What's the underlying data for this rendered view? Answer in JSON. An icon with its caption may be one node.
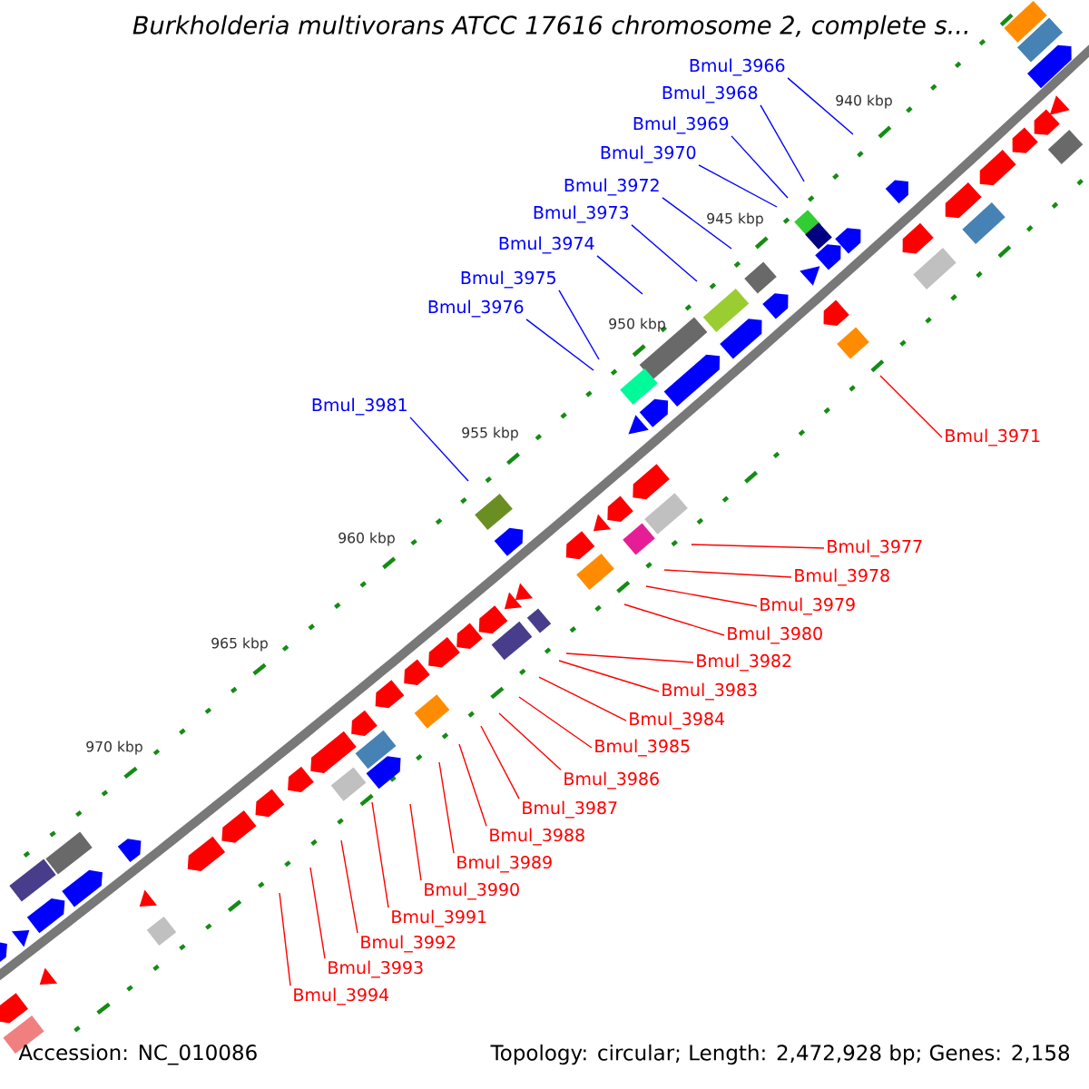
{
  "diagram": {
    "title": "Burkholderia multivorans ATCC 17616 chromosome 2, complete s...",
    "nodes": [
      {
        "text": [
          "Bmul_3966"
        ]
      },
      {
        "text": [
          "Bmul_3968"
        ]
      },
      {
        "text": [
          "Bmul_3969"
        ]
      },
      {
        "text": [
          "Bmul_3970"
        ]
      },
      {
        "text": [
          "Bmul_3972"
        ]
      },
      {
        "text": [
          "Bmul_3973"
        ]
      },
      {
        "text": [
          "Bmul_3974"
        ]
      },
      {
        "text": [
          "Bmul_3975"
        ]
      },
      {
        "text": [
          "Bmul_3976"
        ]
      },
      {
        "text": [
          "Bmul_3981"
        ]
      },
      {
        "text": [
          "Bmul_3971"
        ]
      },
      {
        "text": [
          "Bmul_3977"
        ]
      },
      {
        "text": [
          "Bmul_3978"
        ]
      },
      {
        "text": [
          "Bmul_3979"
        ]
      },
      {
        "text": [
          "Bmul_3980"
        ]
      },
      {
        "text": [
          "Bmul_3982"
        ]
      },
      {
        "text": [
          "Bmul_3983"
        ]
      },
      {
        "text": [
          "Bmul_3984"
        ]
      },
      {
        "text": [
          "Bmul_3985"
        ]
      },
      {
        "text": [
          "Bmul_3986"
        ]
      },
      {
        "text": [
          "Bmul_3987"
        ]
      },
      {
        "text": [
          "Bmul_3988"
        ]
      },
      {
        "text": [
          "Bmul_3989"
        ]
      },
      {
        "text": [
          "Bmul_3990"
        ]
      },
      {
        "text": [
          "Bmul_3991"
        ]
      },
      {
        "text": [
          "Bmul_3992"
        ]
      },
      {
        "text": [
          "Bmul_3993"
        ]
      },
      {
        "text": [
          "Bmul_3994"
        ]
      }
    ],
    "edges": [
      {
        "from": 0,
        "to": null,
        "arrow": "none",
        "color": "#0000ff"
      },
      {
        "from": 1,
        "to": null,
        "arrow": "none",
        "color": "#0000ff"
      },
      {
        "from": 2,
        "to": null,
        "arrow": "none",
        "color": "#0000ff"
      },
      {
        "from": 3,
        "to": null,
        "arrow": "none",
        "color": "#0000ff"
      },
      {
        "from": 4,
        "to": null,
        "arrow": "none",
        "color": "#0000ff"
      },
      {
        "from": 5,
        "to": null,
        "arrow": "none",
        "color": "#0000ff"
      },
      {
        "from": 6,
        "to": null,
        "arrow": "none",
        "color": "#0000ff"
      },
      {
        "from": 7,
        "to": null,
        "arrow": "none",
        "color": "#0000ff"
      },
      {
        "from": 8,
        "to": null,
        "arrow": "none",
        "color": "#0000ff"
      },
      {
        "from": 9,
        "to": null,
        "arrow": "none",
        "color": "#0000ff"
      },
      {
        "from": 10,
        "to": null,
        "arrow": "none"
      },
      {
        "from": 11,
        "to": null,
        "arrow": "none"
      },
      {
        "from": 12,
        "to": null,
        "arrow": "none"
      },
      {
        "from": 13,
        "to": null,
        "arrow": "none"
      },
      {
        "from": 14,
        "to": null,
        "arrow": "none"
      },
      {
        "from": 15,
        "to": null,
        "arrow": "none"
      },
      {
        "from": 16,
        "to": null,
        "arrow": "none"
      },
      {
        "from": 17,
        "to": null,
        "arrow": "none"
      },
      {
        "from": 18,
        "to": null,
        "arrow": "none"
      },
      {
        "from": 19,
        "to": null,
        "arrow": "none"
      },
      {
        "from": 20,
        "to": null,
        "arrow": "none"
      },
      {
        "from": 21,
        "to": null,
        "arrow": "none"
      },
      {
        "from": 22,
        "to": null,
        "arrow": "none"
      },
      {
        "from": 23,
        "to": null,
        "arrow": "none"
      },
      {
        "from": 24,
        "to": null,
        "arrow": "none"
      },
      {
        "from": 25,
        "to": null,
        "arrow": "none"
      },
      {
        "from": 26,
        "to": null,
        "arrow": "none"
      },
      {
        "from": 27,
        "to": null,
        "arrow": "none"
      }
    ],
    "labels": [
      "940 kbp",
      "945 kbp",
      "950 kbp",
      "955 kbp",
      "960 kbp",
      "965 kbp",
      "970 kbp",
      "Accession: NC_010086",
      "Topology: circular; Length: 2,472,928 bp; Genes: 2,158"
    ]
  }
}
